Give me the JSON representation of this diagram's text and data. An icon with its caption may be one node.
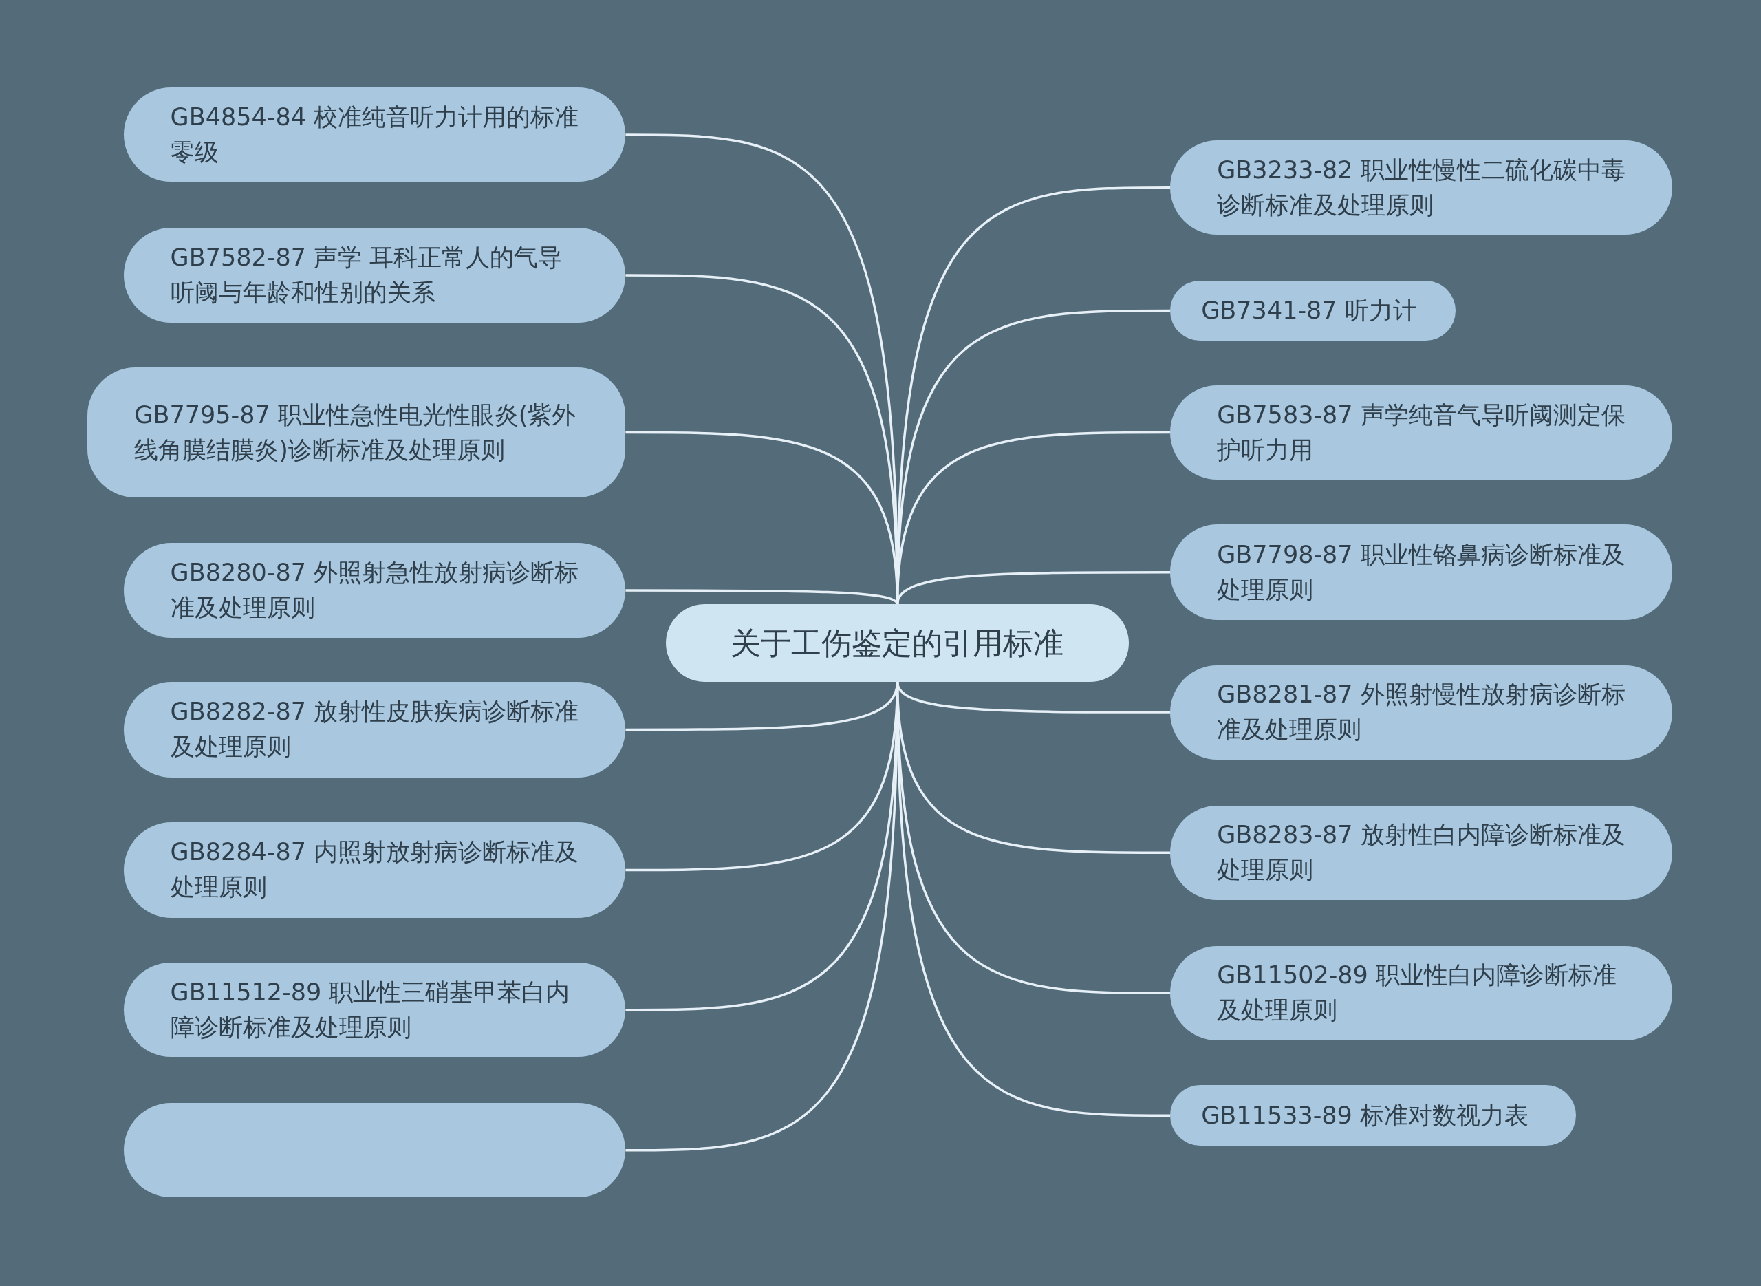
{
  "diagram": {
    "nodes": [
      {
        "text": [
          "关于工伤鉴定的引用标准"
        ]
      },
      {
        "text": [
          "GB4854-84 校准纯音听力计用的标准零级"
        ]
      },
      {
        "text": [
          "GB7582-87 声学 耳科正常人的气导听阈与年龄和性别的关系"
        ]
      },
      {
        "text": [
          "GB7795-87 职业性急性电光性眼炎(紫外线角膜结膜炎)诊断标准及处理原则"
        ]
      },
      {
        "text": [
          "GB8280-87 外照射急性放射病诊断标准及处理原则"
        ]
      },
      {
        "text": [
          "GB8282-87 放射性皮肤疾病诊断标准及处理原则"
        ]
      },
      {
        "text": [
          "GB8284-87 内照射放射病诊断标准及处理原则"
        ]
      },
      {
        "text": [
          "GB11512-89 职业性三硝基甲苯白内障诊断标准及处理原则"
        ]
      },
      {
        "text": [],
        "shape": "box"
      },
      {
        "text": [
          "GB3233-82 职业性慢性二硫化碳中毒诊断标准及处理原则"
        ]
      },
      {
        "text": [
          "GB7341-87 听力计"
        ]
      },
      {
        "text": [
          "GB7583-87 声学纯音气导听阈测定保护听力用"
        ]
      },
      {
        "text": [
          "GB7798-87 职业性铬鼻病诊断标准及处理原则"
        ]
      },
      {
        "text": [
          "GB8281-87 外照射慢性放射病诊断标准及处理原则"
        ]
      },
      {
        "text": [
          "GB8283-87 放射性白内障诊断标准及处理原则"
        ]
      },
      {
        "text": [
          "GB11502-89 职业性白内障诊断标准及处理原则"
        ]
      },
      {
        "text": [
          "GB11533-89 标准对数视力表"
        ]
      }
    ],
    "edges": [
      {
        "from": 0,
        "to": 1,
        "arrow": "none"
      },
      {
        "from": 0,
        "to": 2,
        "arrow": "none"
      },
      {
        "from": 0,
        "to": 3,
        "arrow": "none"
      },
      {
        "from": 0,
        "to": 4,
        "arrow": "none"
      },
      {
        "from": 0,
        "to": 5,
        "arrow": "none"
      },
      {
        "from": 0,
        "to": 6,
        "arrow": "none"
      },
      {
        "from": 0,
        "to": 7,
        "arrow": "none"
      },
      {
        "from": 0,
        "to": 8,
        "arrow": "none"
      },
      {
        "from": 0,
        "to": 9,
        "arrow": "none"
      },
      {
        "from": 0,
        "to": 10,
        "arrow": "none"
      },
      {
        "from": 0,
        "to": 11,
        "arrow": "none"
      },
      {
        "from": 0,
        "to": 12,
        "arrow": "none"
      },
      {
        "from": 0,
        "to": 13,
        "arrow": "none"
      },
      {
        "from": 0,
        "to": 14,
        "arrow": "none"
      },
      {
        "from": 0,
        "to": 15,
        "arrow": "none"
      },
      {
        "from": 0,
        "to": 16,
        "arrow": "none"
      }
    ]
  }
}
